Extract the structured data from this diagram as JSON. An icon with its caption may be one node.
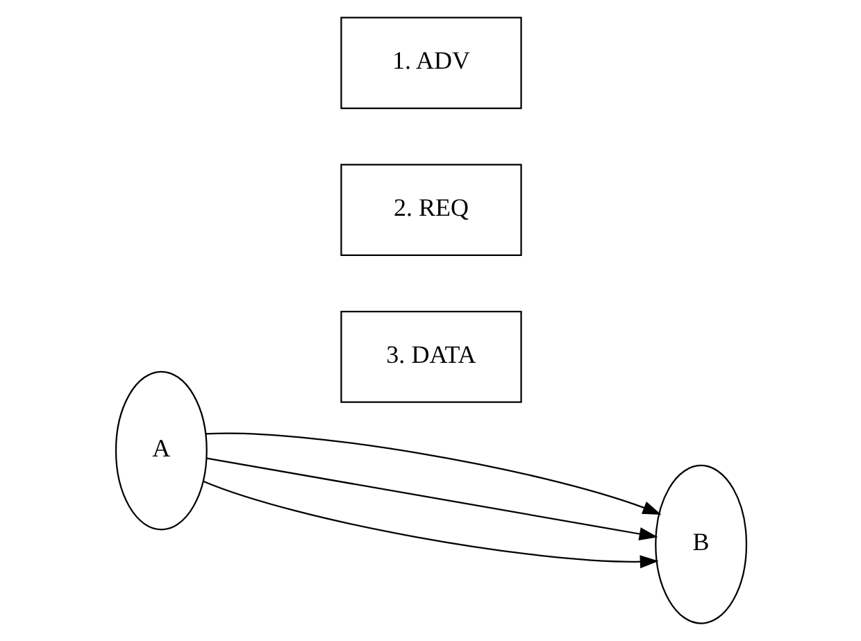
{
  "diagram": {
    "nodes": [
      {
        "text": [
          "A"
        ]
      },
      {
        "text": [
          "1. ADV"
        ]
      },
      {
        "text": [
          "2. REQ"
        ]
      },
      {
        "text": [
          "3. DATA"
        ]
      },
      {
        "text": [
          "B"
        ]
      }
    ],
    "edges": [
      {
        "from": 0,
        "to": 4,
        "arrow": "to"
      },
      {
        "from": 0,
        "to": 4,
        "arrow": "to"
      },
      {
        "from": 0,
        "to": 4,
        "arrow": "to"
      }
    ]
  }
}
